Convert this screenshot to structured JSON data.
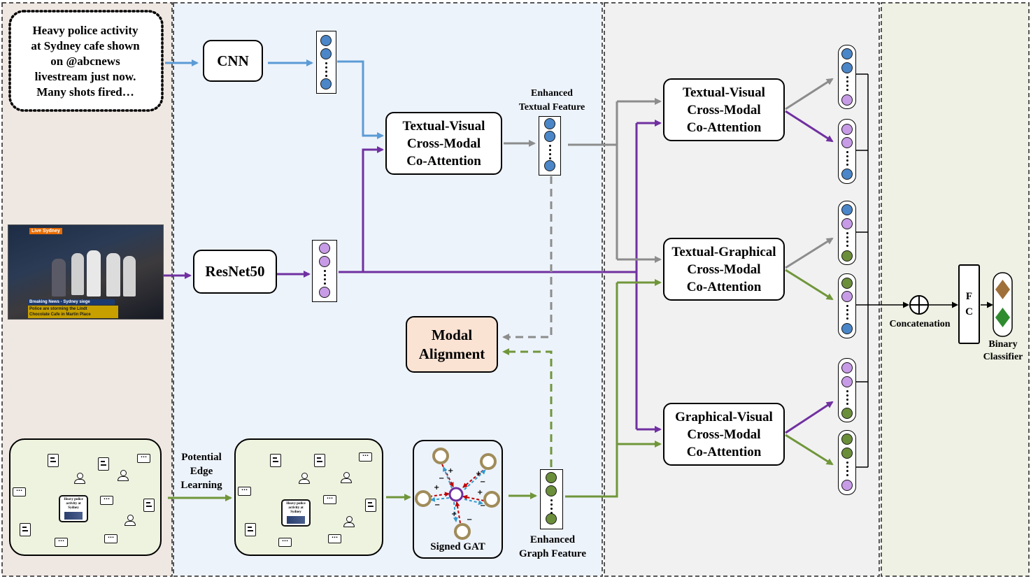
{
  "input": {
    "tweet_text": [
      "Heavy police activity",
      "at Sydney cafe shown",
      "on @abcnews",
      "livestream just now.",
      "Many shots fired…"
    ],
    "image_overlay": {
      "live_tag": "Live Sydney",
      "breaking": "Breaking News - Sydney siege",
      "caption_line1": "Police are storming the Lindt",
      "caption_line2": "Chocolate Cafe in Martin Place"
    },
    "graph_center_label": "Heavy police activity at Sydney"
  },
  "encoders": {
    "cnn": "CNN",
    "resnet": "ResNet50"
  },
  "enhancement": {
    "tv_coattention": [
      "Textual-Visual",
      "Cross-Modal",
      "Co-Attention"
    ],
    "enhanced_textual_label": [
      "Enhanced",
      "Textual Feature"
    ],
    "modal_alignment": [
      "Modal",
      "Alignment"
    ],
    "potential_edge_label": [
      "Potential",
      "Edge",
      "Learning"
    ],
    "signed_gat_label": "Signed GAT",
    "gat_signs": [
      "+",
      "−",
      "+",
      "−",
      "+",
      "−",
      "+",
      "−",
      "+",
      "−"
    ],
    "enhanced_graph_label": [
      "Enhanced",
      "Graph Feature"
    ]
  },
  "fusion": {
    "tv": [
      "Textual-Visual",
      "Cross-Modal",
      "Co-Attention"
    ],
    "tg": [
      "Textual-Graphical",
      "Cross-Modal",
      "Co-Attention"
    ],
    "gv": [
      "Graphical-Visual",
      "Cross-Modal",
      "Co-Attention"
    ]
  },
  "classifier": {
    "concat_label": "Concatenation",
    "fc_label": [
      "F",
      "C"
    ],
    "binary_label": [
      "Binary",
      "Classifier"
    ]
  },
  "colors": {
    "text_feature": "#4a86c8",
    "visual_feature": "#c79be6",
    "graph_feature": "#6b8e3a",
    "text_arrow": "#5b9bd5",
    "visual_arrow": "#7030a0",
    "graph_arrow": "#70963a",
    "grey_arrow": "#8c8c8c",
    "panel_input": "#efe7e2",
    "panel_enhance": "#edf3fb",
    "panel_fusion": "#f1f1f1",
    "panel_classifier": "#eef1e3",
    "modal_alignment_fill": "#fbe3d4",
    "diamond_brown": "#a0703a",
    "diamond_green": "#2e8b2e"
  }
}
